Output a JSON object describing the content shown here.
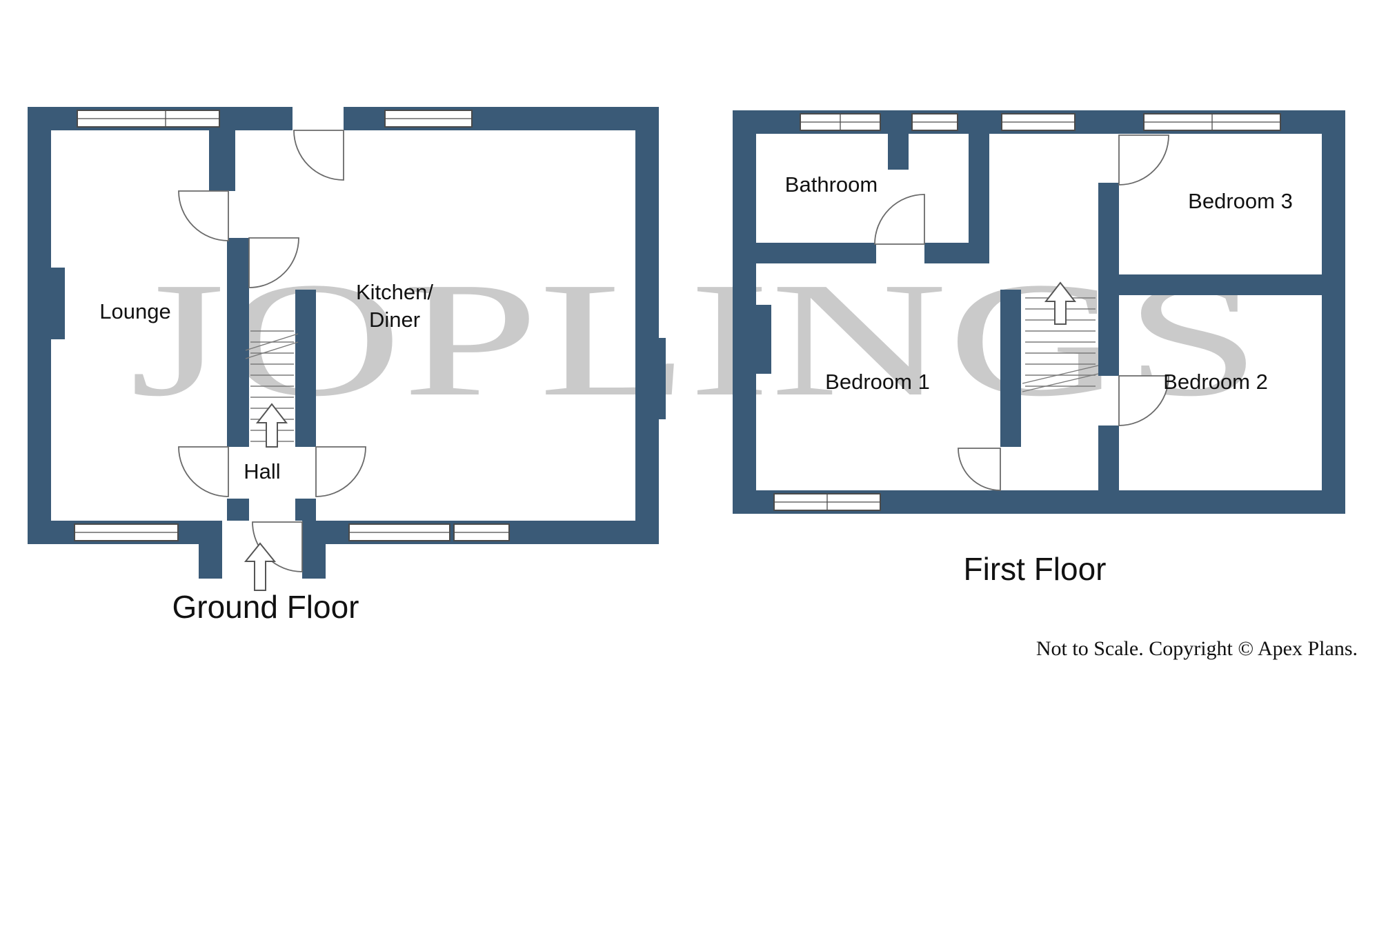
{
  "watermark": "JOPLINGS",
  "footer_note": "Not to Scale. Copyright © Apex Plans.",
  "colors": {
    "wall": "#3a5a77",
    "room": "#ffffff",
    "watermark": "#9a9a9a",
    "line": "#4a4a4a"
  },
  "ground_floor": {
    "title": "Ground Floor",
    "rooms": {
      "lounge": "Lounge",
      "kitchen_line1": "Kitchen/",
      "kitchen_line2": "Diner",
      "hall": "Hall"
    }
  },
  "first_floor": {
    "title": "First Floor",
    "rooms": {
      "bathroom": "Bathroom",
      "bedroom1": "Bedroom 1",
      "bedroom2": "Bedroom 2",
      "bedroom3": "Bedroom 3"
    }
  }
}
